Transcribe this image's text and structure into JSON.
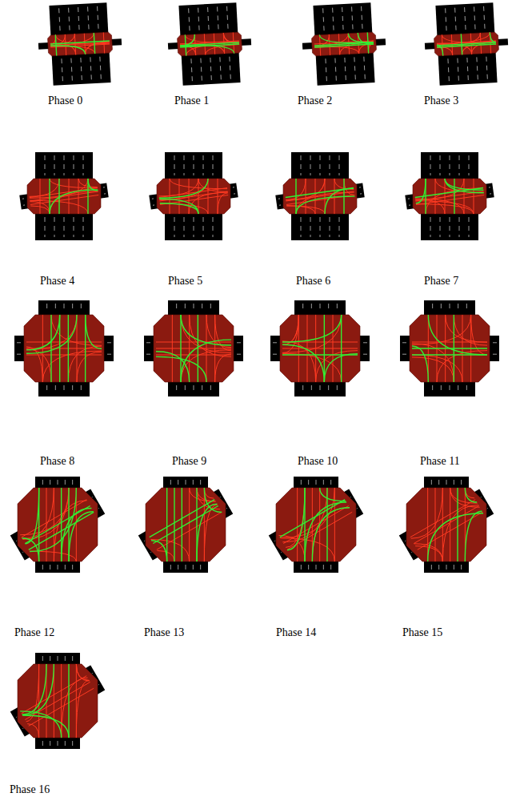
{
  "diagram": {
    "labels": [
      "Phase 0",
      "Phase 1",
      "Phase 2",
      "Phase 3",
      "Phase 4",
      "Phase 5",
      "Phase 6",
      "Phase 7",
      "Phase 8",
      "Phase 9",
      "Phase 10",
      "Phase 11",
      "Phase 12",
      "Phase 13",
      "Phase 14",
      "Phase 15",
      "Phase 16"
    ]
  }
}
